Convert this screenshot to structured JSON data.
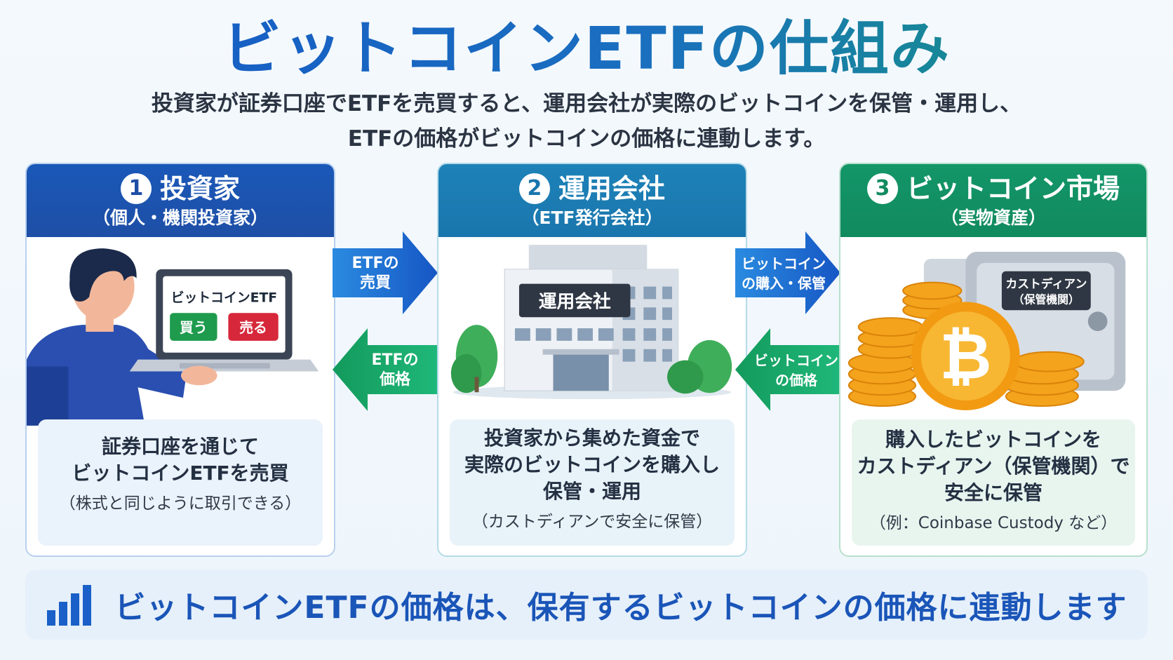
{
  "title": "ビットコインETFの仕組み",
  "subtitle_line1": "投資家が証券口座でETFを売買すると、運用会社が実際のビットコインを保管・運用し、",
  "subtitle_line2": "ETFの価格がビットコインの価格に連動します。",
  "cards": [
    {
      "number": "1",
      "title": "投資家",
      "subtitle": "（個人・機関投資家）",
      "screen_title": "ビットコインETF",
      "buy_label": "買う",
      "sell_label": "売る",
      "desc_line1": "証券口座を通じて",
      "desc_line2": "ビットコインETFを売買",
      "note": "（株式と同じように取引できる）"
    },
    {
      "number": "2",
      "title": "運用会社",
      "subtitle": "（ETF発行会社）",
      "building_sign": "運用会社",
      "desc_line1": "投資家から集めた資金で",
      "desc_line2": "実際のビットコインを購入し",
      "desc_line3": "保管・運用",
      "note": "（カストディアンで安全に保管）"
    },
    {
      "number": "3",
      "title": "ビットコイン市場",
      "subtitle": "（実物資産）",
      "vault_label_line1": "カストディアン",
      "vault_label_line2": "（保管機関）",
      "desc_line1": "購入したビットコインを",
      "desc_line2": "カストディアン（保管機関）で",
      "desc_line3": "安全に保管",
      "note": "（例：Coinbase Custody など）"
    }
  ],
  "arrows": {
    "a1_right_line1": "ETFの",
    "a1_right_line2": "売買",
    "a1_left_line1": "ETFの",
    "a1_left_line2": "価格",
    "a2_right_line1": "ビットコイン",
    "a2_right_line2": "の購入・保管",
    "a2_left_line1": "ビットコイン",
    "a2_left_line2": "の価格"
  },
  "bottom_text": "ビットコインETFの価格は、保有するビットコインの価格に連動します",
  "colors": {
    "blue": "#1e4fa6",
    "teal": "#1a76ad",
    "green": "#118a5f",
    "bitcoin_orange": "#f4a31c"
  }
}
